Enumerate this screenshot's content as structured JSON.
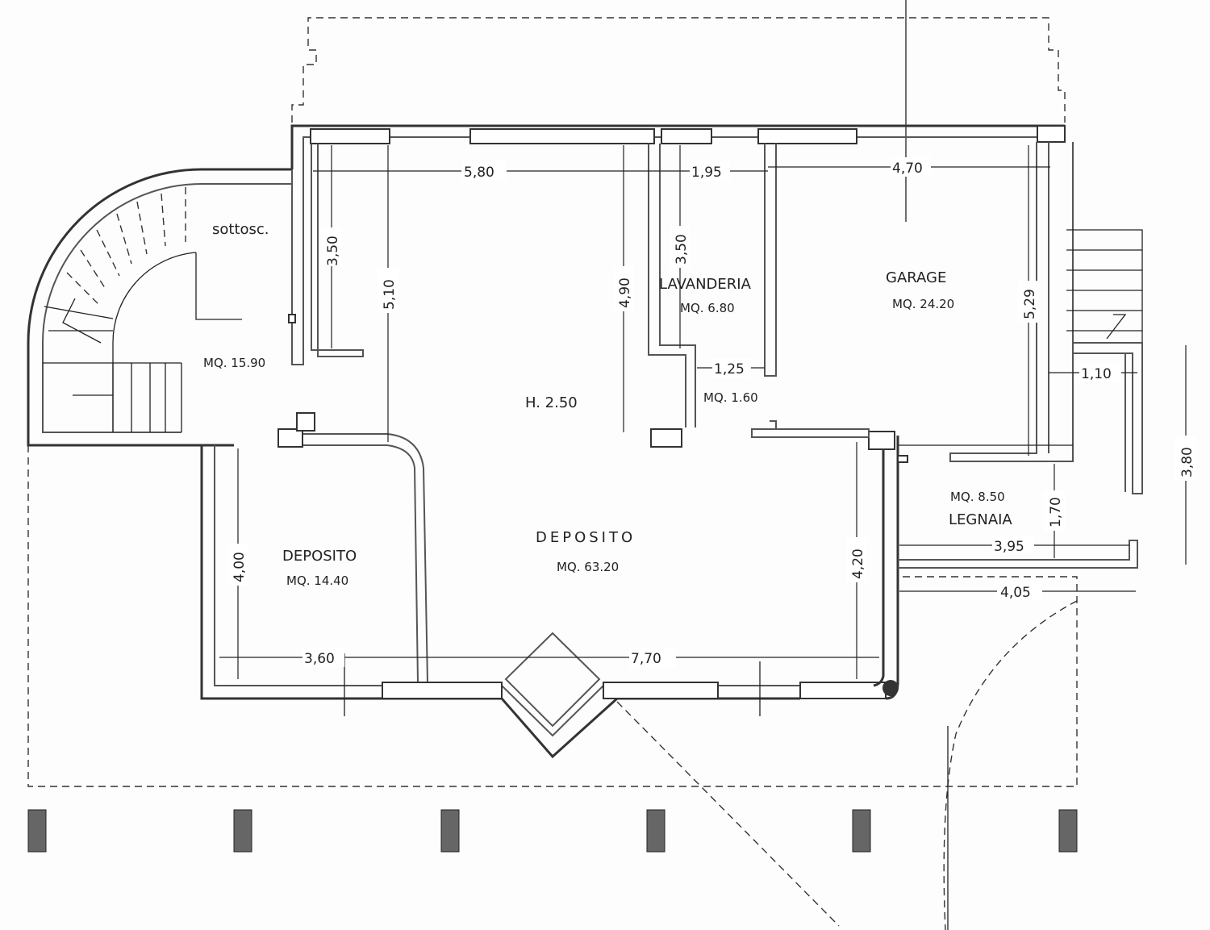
{
  "rooms": {
    "sottoscala": {
      "name": "sottosc.",
      "area": "MQ. 15.90"
    },
    "lavanderia": {
      "name": "LAVANDERIA",
      "area": "MQ. 6.80"
    },
    "garage": {
      "name": "GARAGE",
      "area": "MQ. 24.20"
    },
    "bagno": {
      "area": "MQ. 1.60"
    },
    "deposito_main": {
      "name": "DEPOSITO",
      "area": "MQ. 63.20"
    },
    "deposito_small": {
      "name": "DEPOSITO",
      "area": "MQ. 14.40"
    },
    "legnaia": {
      "name": "LEGNAIA",
      "area": "MQ. 8.50"
    }
  },
  "height_label": "H. 2.50",
  "dimensions": {
    "d_580": "5,80",
    "d_195": "1,95",
    "d_470": "4,70",
    "d_350a": "3,50",
    "d_510": "5,10",
    "d_490": "4,90",
    "d_350b": "3,50",
    "d_529": "5,29",
    "d_125": "1,25",
    "d_110": "1,10",
    "d_380": "3,80",
    "d_170": "1,70",
    "d_395": "3,95",
    "d_405": "4,05",
    "d_400": "4,00",
    "d_420": "4,20",
    "d_360": "3,60",
    "d_770": "7,70"
  }
}
